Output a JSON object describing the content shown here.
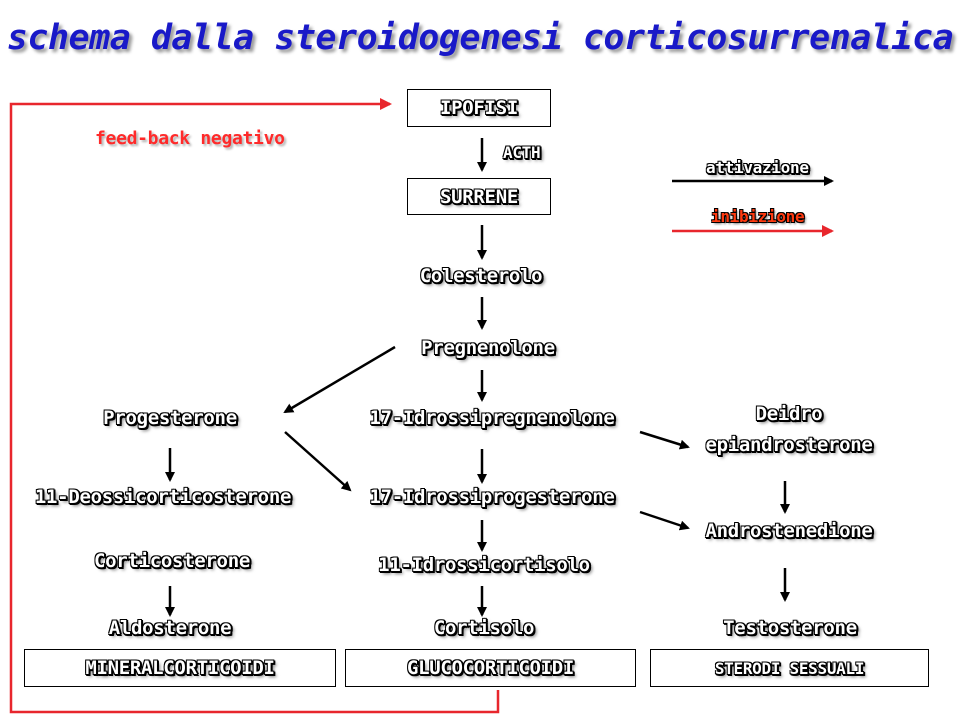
{
  "title": "schema dalla steroidogenesi corticosurrenalica",
  "feedback_label": "feed-back negativo",
  "legend": {
    "activation": "attivazione",
    "inhibition": "inibizione"
  },
  "nodes": {
    "ipofisi": "IPOFISI",
    "acth": "ACTH",
    "surrene": "SURRENE",
    "colesterolo": "Colesterolo",
    "pregnenolone": "Pregnenolone",
    "progesterone": "Progesterone",
    "idrossipregnenolone": "17-Idrossipregnenolone",
    "deidro_line1": "Deidro",
    "deidro_line2": "epiandrosterone",
    "deossicorticosterone": "11-Deossicorticosterone",
    "idrossiprogesterone": "17-Idrossiprogesterone",
    "androstenedione": "Androstenedione",
    "corticosterone": "Corticosterone",
    "idrossicortisolo": "11-Idrossicortisolo",
    "aldosterone": "Aldosterone",
    "cortisolo": "Cortisolo",
    "testosterone": "Testosterone"
  },
  "categories": {
    "mineral": "MINERALCORTICOIDI",
    "gluco": "GLUCOCORTICOIDI",
    "sex": "STERODI SESSUALI"
  },
  "colors": {
    "title": "#1919c8",
    "inhibition": "#ff2a2a",
    "arrow": "#000000"
  }
}
